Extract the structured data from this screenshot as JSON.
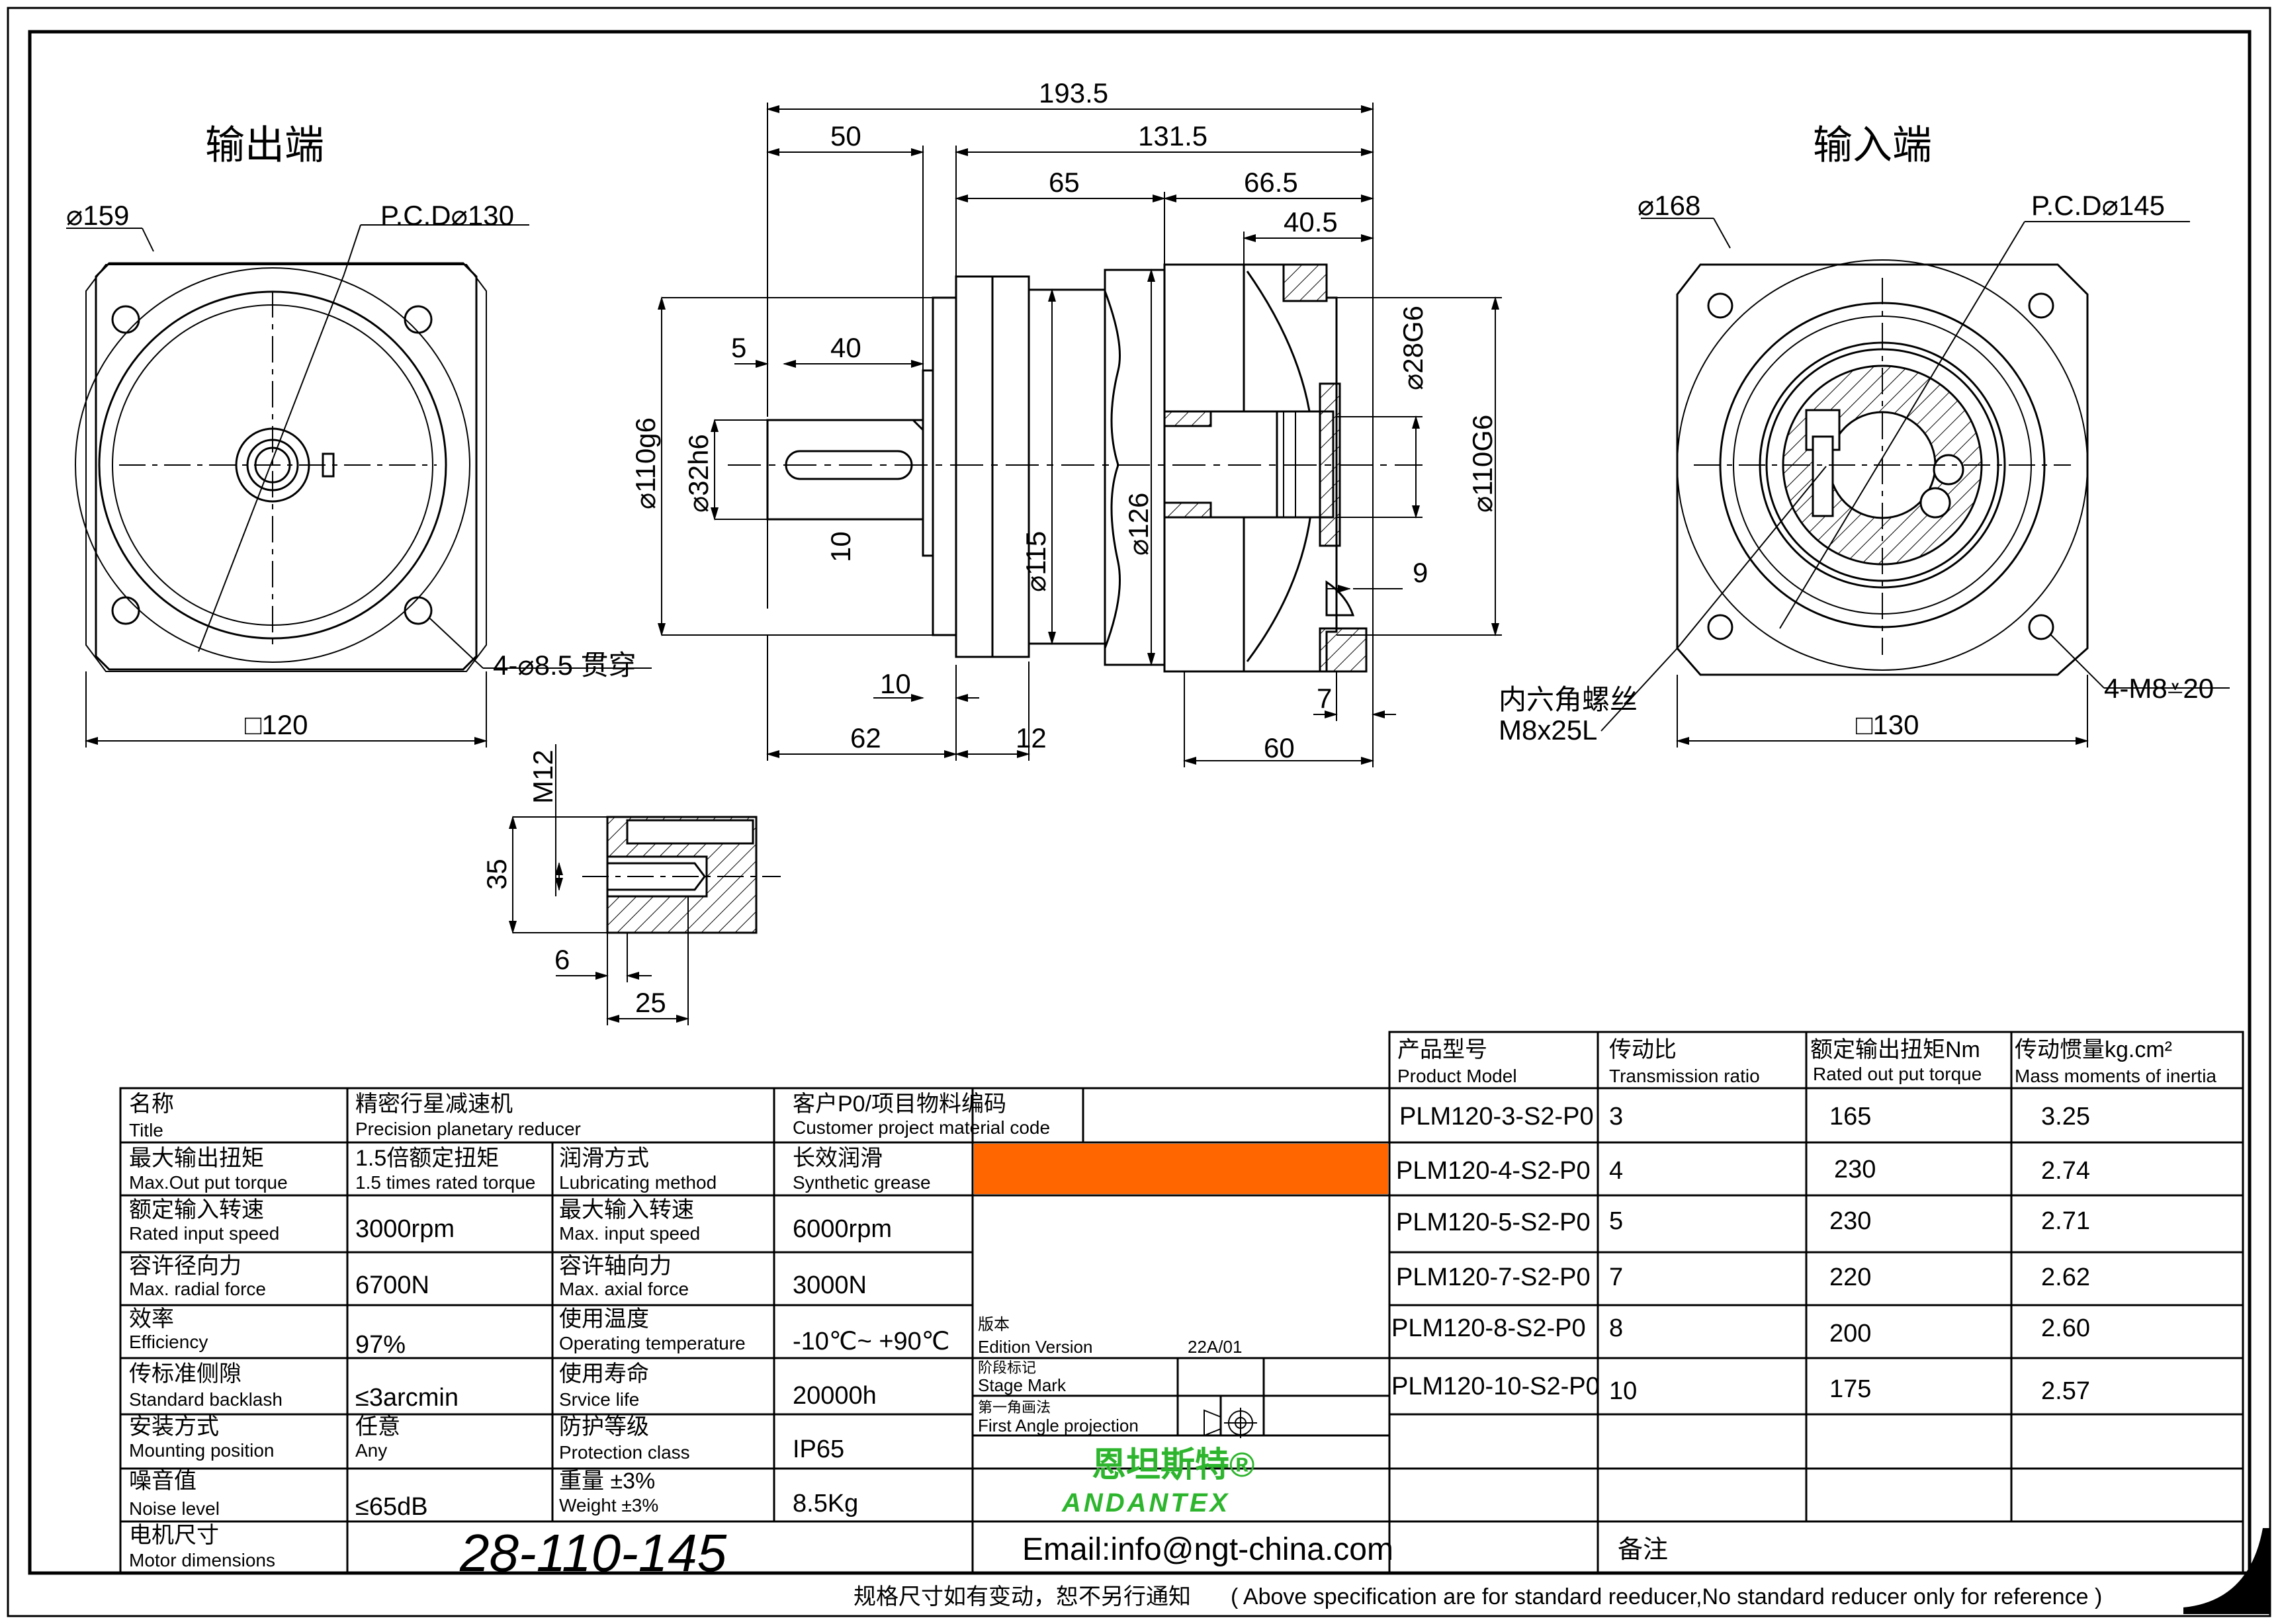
{
  "views": {
    "output_title": "输出端",
    "input_title": "输入端"
  },
  "dims": {
    "out_d159": "⌀159",
    "out_pcd": "P.C.D⌀130",
    "out_holes": "4-⌀8.5 贯穿",
    "out_square": "□120",
    "in_d168": "⌀168",
    "in_pcd": "P.C.D⌀145",
    "in_holes": "4-M8⩡20",
    "in_square": "□130",
    "in_screw_cn": "内六角螺丝",
    "in_screw_en": "M8x25L",
    "total": "193.5",
    "d50": "50",
    "d131": "131.5",
    "d65": "65",
    "d66": "66.5",
    "d40_5": "40.5",
    "d5": "5",
    "d40": "40",
    "d110g6": "⌀110g6",
    "d32h6": "⌀32h6",
    "d10key": "10",
    "d115": "⌀115",
    "d126": "⌀126",
    "d28G6": "⌀28G6",
    "d110G6": "⌀110G6",
    "d9": "9",
    "d7": "7",
    "d10": "10",
    "d62": "62",
    "d12": "12",
    "d60": "60",
    "m12": "M12",
    "d35": "35",
    "d6": "6",
    "d25": "25"
  },
  "model_table": {
    "headers": [
      {
        "cn": "产品型号",
        "en": "Product Model"
      },
      {
        "cn": "传动比",
        "en": "Transmission ratio"
      },
      {
        "cn": "额定输出扭矩Nm",
        "en": "Rated out put torque"
      },
      {
        "cn": "传动惯量kg.cm²",
        "en": "Mass moments of inertia"
      }
    ],
    "rows": [
      {
        "model": "PLM120-3-S2-P0",
        "ratio": "3",
        "torque": "165",
        "inertia": "3.25"
      },
      {
        "model": "PLM120-4-S2-P0",
        "ratio": "4",
        "torque": "230",
        "inertia": "2.74"
      },
      {
        "model": "PLM120-5-S2-P0",
        "ratio": "5",
        "torque": "230",
        "inertia": "2.71"
      },
      {
        "model": "PLM120-7-S2-P0",
        "ratio": "7",
        "torque": "220",
        "inertia": "2.62"
      },
      {
        "model": "PLM120-8-S2-P0",
        "ratio": "8",
        "torque": "200",
        "inertia": "2.60"
      },
      {
        "model": "PLM120-10-S2-P0",
        "ratio": "10",
        "torque": "175",
        "inertia": "2.57"
      }
    ]
  },
  "spec_table": {
    "title_cn": "名称",
    "title_en": "Title",
    "title_val_cn": "精密行星减速机",
    "title_val_en": "Precision planetary reducer",
    "cust_cn": "客户P0/项目物料编码",
    "cust_en": "Customer project material code",
    "r1": {
      "l_cn": "最大输出扭矩",
      "l_en": "Max.Out put torque",
      "v_cn": "1.5倍额定扭矩",
      "v_en": "1.5 times rated torque",
      "l2_cn": "润滑方式",
      "l2_en": "Lubricating method",
      "v2_cn": "长效润滑",
      "v2_en": "Synthetic grease"
    },
    "r2": {
      "l_cn": "额定输入转速",
      "l_en": "Rated input speed",
      "v": "3000rpm",
      "l2_cn": "最大输入转速",
      "l2_en": "Max. input speed",
      "v2": "6000rpm"
    },
    "r3": {
      "l_cn": "容许径向力",
      "l_en": "Max. radial force",
      "v": "6700N",
      "l2_cn": "容许轴向力",
      "l2_en": "Max. axial force",
      "v2": "3000N"
    },
    "r4": {
      "l_cn": "效率",
      "l_en": "Efficiency",
      "v": "97%",
      "l2_cn": "使用温度",
      "l2_en": "Operating temperature",
      "v2": "-10℃~ +90℃"
    },
    "r5": {
      "l_cn": "传标准侧隙",
      "l_en": "Standard backlash",
      "v": "≤3arcmin",
      "l2_cn": "使用寿命",
      "l2_en": "Srvice life",
      "v2": "20000h"
    },
    "r6": {
      "l_cn": "安装方式",
      "l_en": "Mounting position",
      "v_cn": "任意",
      "v_en": "Any",
      "l2_cn": "防护等级",
      "l2_en": "Protection class",
      "v2": "IP65"
    },
    "r7": {
      "l_cn": "噪音值",
      "l_en": "Noise level",
      "v": "≤65dB",
      "l2_cn": "重量 ±3%",
      "l2_en": "Weight ±3%",
      "v2": "8.5Kg"
    },
    "r8": {
      "l_cn": "电机尺寸",
      "l_en": "Motor dimensions",
      "v": "28-110-145"
    },
    "edition_cn": "版本",
    "edition_en": "Edition Version",
    "edition_val": "22A/01",
    "stage_cn": "阶段标记",
    "stage_en": "Stage Mark",
    "proj_cn": "第一角画法",
    "proj_en": "First Angle projection",
    "brand_cn": "恩坦斯特®",
    "brand_en": "ANDANTEX",
    "email": "Email:info@ngt-china.com",
    "remark": "备注",
    "accent": "#ff6600",
    "brand_color": "#2db52d"
  },
  "footer": {
    "note_cn": "规格尺寸如有变动，恕不另行通知",
    "note_en": "( Above specification are for standard reeducer,No standard reducer only for reference )"
  }
}
